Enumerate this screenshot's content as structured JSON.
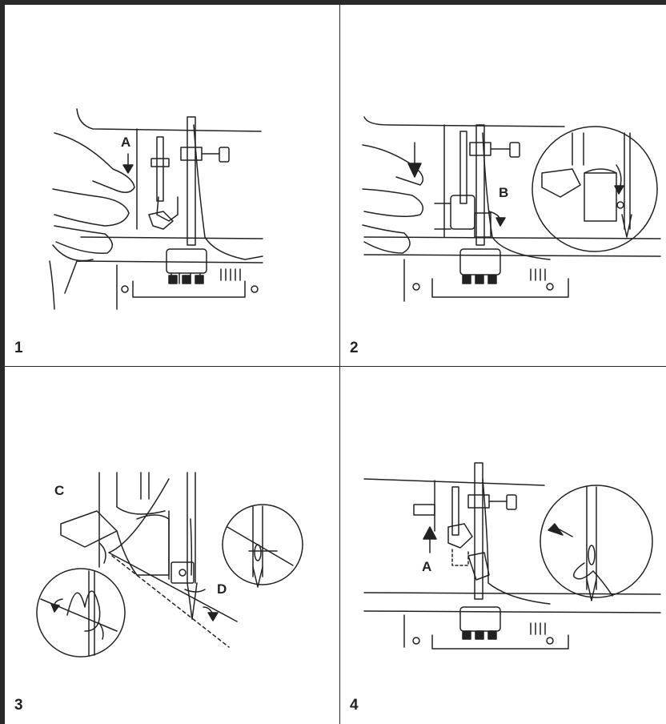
{
  "steps": [
    {
      "number": "1",
      "labels": [
        "A"
      ]
    },
    {
      "number": "2",
      "labels": [
        "B"
      ]
    },
    {
      "number": "3",
      "labels": [
        "C",
        "D"
      ]
    },
    {
      "number": "4",
      "labels": [
        "A"
      ]
    }
  ],
  "colors": {
    "line": "#222222",
    "frame": "#2a2a2a",
    "background": "#ffffff"
  }
}
